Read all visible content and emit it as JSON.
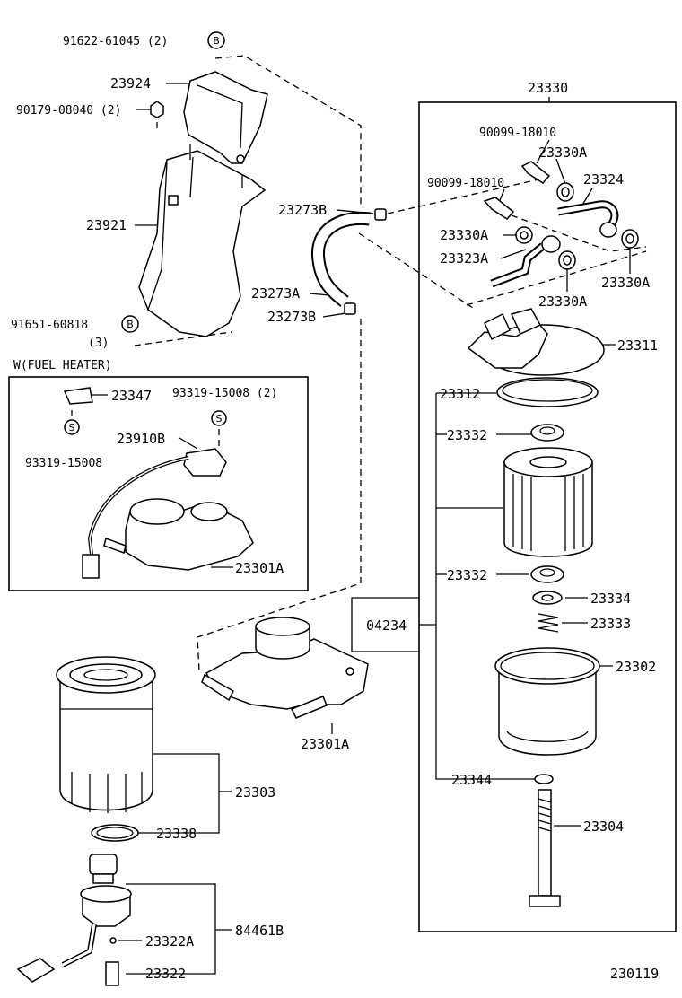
{
  "labels": {
    "p91622": "91622-61045 (2)",
    "p23924": "23924",
    "p90179": "90179-08040 (2)",
    "p23921": "23921",
    "p91651": "91651-60818",
    "p91651_qty": "(3)",
    "p23273B_top": "23273B",
    "p23273A": "23273A",
    "p23273B_bot": "23273B",
    "p23330": "23330",
    "p90099_a": "90099-18010",
    "p23330A_a": "23330A",
    "p23324": "23324",
    "p90099_b": "90099-18010",
    "p23330A_b": "23330A",
    "p23323A": "23323A",
    "p23330A_c": "23330A",
    "p23330A_d": "23330A",
    "p23311": "23311",
    "p23312": "23312",
    "p23332_a": "23332",
    "p23332_b": "23332",
    "p23334": "23334",
    "p23333": "23333",
    "p04234": "04234",
    "p23302": "23302",
    "p23344": "23344",
    "p23304": "23304",
    "p23301A_main": "23301A",
    "p23303": "23303",
    "p23338": "23338",
    "p84461B": "84461B",
    "p23322A": "23322A",
    "p23322": "23322",
    "fuel_heater_title": "W(FUEL HEATER)",
    "p23347": "23347",
    "p93319_a": "93319-15008 (2)",
    "p93319_b": "93319-15008",
    "p23910B": "23910B",
    "p23301A_inset": "23301A",
    "diagram_id": "230119"
  },
  "circle_marks": {
    "B1": "B",
    "B2": "B",
    "S1": "S",
    "S2": "S"
  }
}
